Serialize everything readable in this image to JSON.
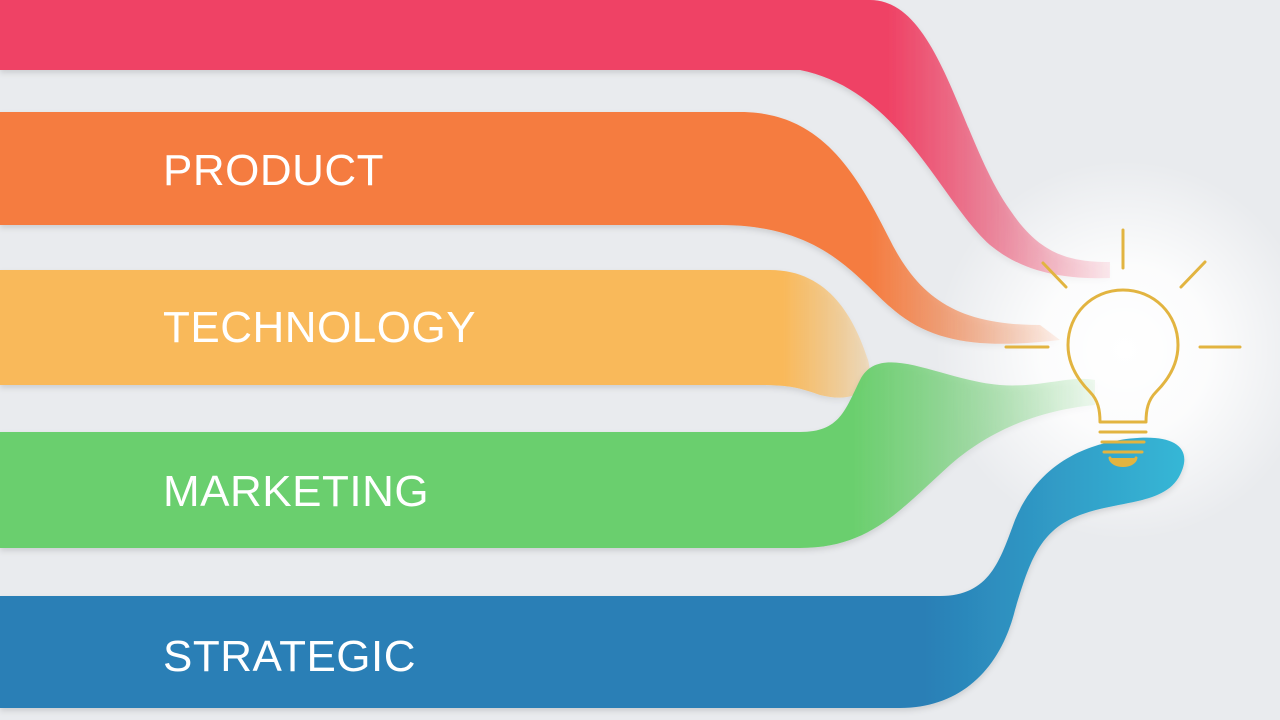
{
  "bands": [
    {
      "id": "top",
      "label": "",
      "color": "#ef4265"
    },
    {
      "id": "product",
      "label": "PRODUCT",
      "color": "#f57c3f"
    },
    {
      "id": "technology",
      "label": "TECHNOLOGY",
      "color": "#f9b95a"
    },
    {
      "id": "marketing",
      "label": "MARKETING",
      "color": "#6bcf6e"
    },
    {
      "id": "strategic",
      "label": "STRATEGIC",
      "color": "#2a7fb6"
    }
  ],
  "bulb": {
    "icon": "lightbulb-icon",
    "stroke_color": "#e2b440"
  },
  "background_color": "#e9ebee"
}
